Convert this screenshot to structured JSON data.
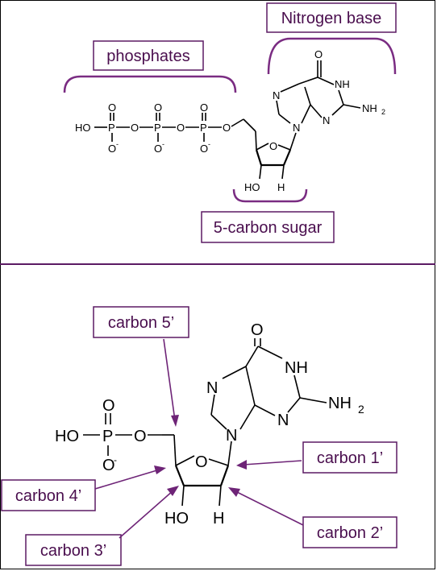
{
  "top_panel": {
    "labels": {
      "nitrogen_base": "Nitrogen base",
      "phosphates": "phosphates",
      "sugar": "5-carbon sugar"
    },
    "atoms": {
      "HO": "HO",
      "P": "P",
      "O": "O",
      "O_minus": "O",
      "minus": "-",
      "N": "N",
      "NH": "NH",
      "NH2": "NH",
      "sub2": "2",
      "H": "H"
    }
  },
  "bottom_panel": {
    "labels": {
      "carbon5": "carbon 5’",
      "carbon1": "carbon 1’",
      "carbon4": "carbon 4’",
      "carbon2": "carbon 2’",
      "carbon3": "carbon 3’"
    },
    "atoms": {
      "HO": "HO",
      "P": "P",
      "O": "O",
      "minus": "-",
      "N": "N",
      "NH": "NH",
      "NH2": "NH",
      "sub2": "2",
      "H": "H"
    }
  },
  "colors": {
    "label_text": "#4a0e4e",
    "label_border": "#5b1a63",
    "brace": "#7a2c82",
    "divider": "#5b1a63"
  }
}
